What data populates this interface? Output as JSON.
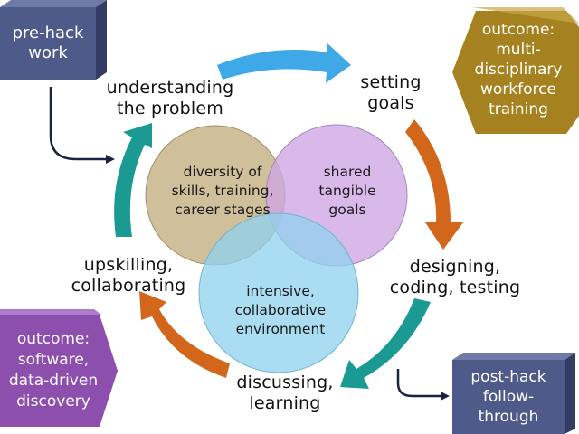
{
  "stages": {
    "understanding": "understanding\nthe problem",
    "setting": "setting\ngoals",
    "designing": "designing,\ncoding, testing",
    "discussing": "discussing,\nlearning",
    "upskilling": "upskilling,\ncollaborating"
  },
  "venn": {
    "diversity": "diversity of\nskills, training,\ncareer stages",
    "shared": "shared\ntangible\ngoals",
    "intensive": "intensive,\ncollaborative\nenvironment"
  },
  "boxes": {
    "pre_hack": "pre-hack\nwork",
    "outcome_workforce": "outcome:\nmulti-\ndisciplinary\nworkforce\ntraining",
    "outcome_software": "outcome:\nsoftware,\ndata-driven\ndiscovery",
    "post_hack": "post-hack\nfollow-\nthrough"
  },
  "colors": {
    "arrow_blue": "#3fa9e8",
    "arrow_orange": "#d2671c",
    "arrow_teal": "#1b9a94",
    "circle_tan": "#c7b48a",
    "circle_purple": "#cfa8e3",
    "circle_blue": "#8fd2ee",
    "box_navy": "#4e5a8a",
    "hex_olive": "#a5821f",
    "hex_purple": "#8d4fae"
  }
}
